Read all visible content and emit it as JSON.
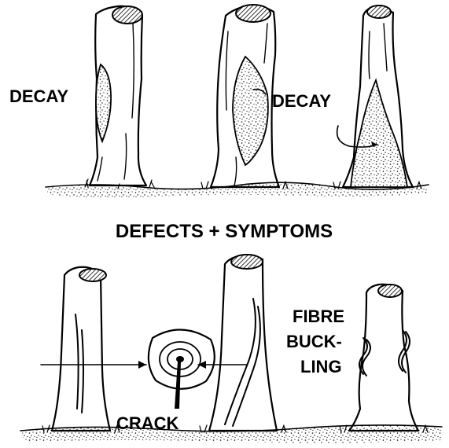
{
  "labels": {
    "decay_1": "DECAY",
    "decay_2": "DECAY",
    "caption": "DEFECTS + SYMPTOMS",
    "crack": "CRACK",
    "fibre_1": "FIBRE",
    "fibre_2": "BUCK-",
    "fibre_3": "LING"
  },
  "colors": {
    "ink": "#000000",
    "paper": "#ffffff"
  }
}
